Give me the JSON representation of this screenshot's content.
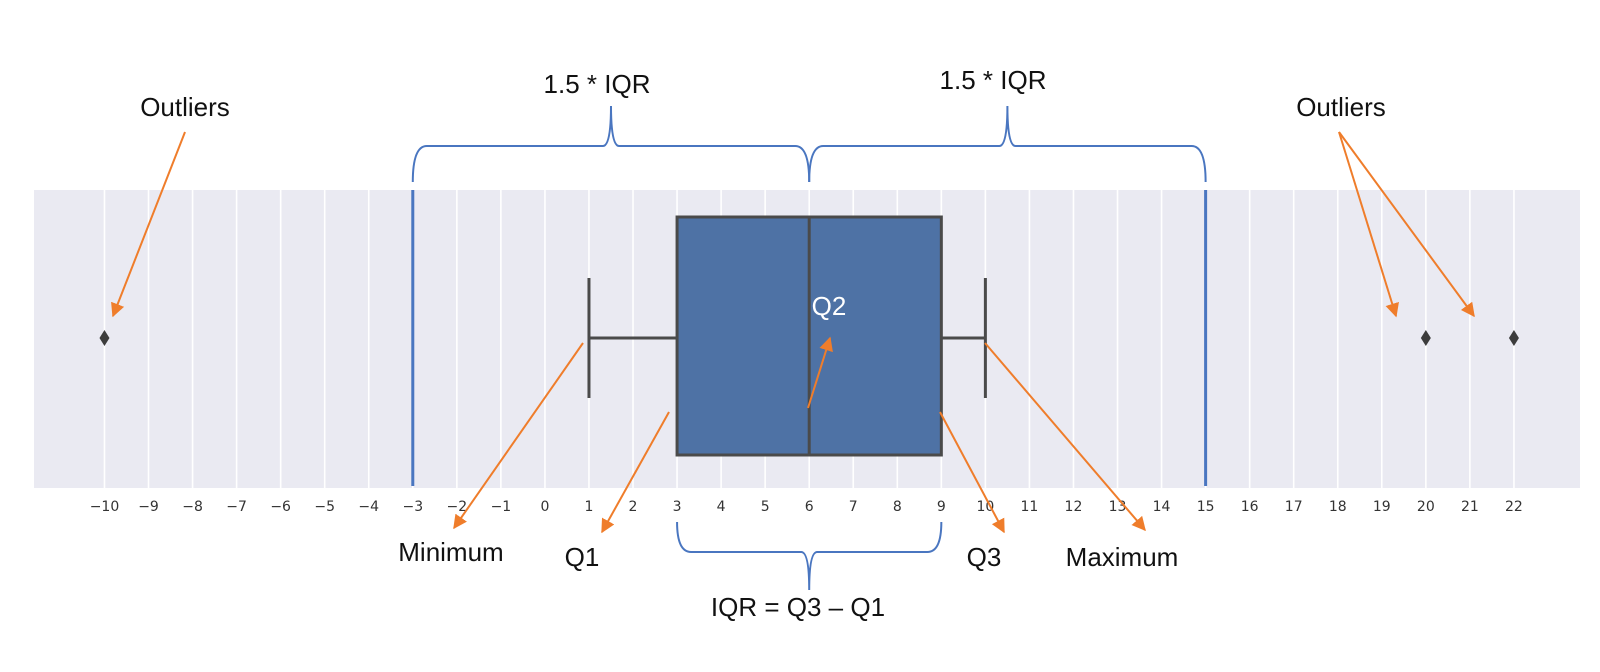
{
  "chart_data": {
    "type": "boxplot",
    "xlim": [
      -11.6,
      23.5
    ],
    "ticks": [
      -10,
      -9,
      -8,
      -7,
      -6,
      -5,
      -4,
      -3,
      -2,
      -1,
      0,
      1,
      2,
      3,
      4,
      5,
      6,
      7,
      8,
      9,
      10,
      11,
      12,
      13,
      14,
      15,
      16,
      17,
      18,
      19,
      20,
      21,
      22
    ],
    "tick_labels": [
      "−10",
      "−9",
      "−8",
      "−7",
      "−6",
      "−5",
      "−4",
      "−3",
      "−2",
      "−1",
      "0",
      "1",
      "2",
      "3",
      "4",
      "5",
      "6",
      "7",
      "8",
      "9",
      "10",
      "11",
      "12",
      "13",
      "14",
      "15",
      "16",
      "17",
      "18",
      "19",
      "20",
      "21",
      "22"
    ],
    "grid": true,
    "box": {
      "whisker_low": 1,
      "q1": 3,
      "median": 6,
      "q3": 9,
      "whisker_high": 10
    },
    "outliers": [
      -10,
      20,
      22
    ],
    "fences": [
      -3,
      15
    ],
    "colors": {
      "plot_bg": "#eaeaf2",
      "grid": "#ffffff",
      "box": "#4e72a5",
      "box_edge": "#4a4a4a",
      "fence": "#4a76c0",
      "brace": "#4a76c0",
      "arrow": "#ef7d2b"
    },
    "annotations": {
      "outliers_left": "Outliers",
      "outliers_right": "Outliers",
      "iqr_left": "1.5 * IQR",
      "iqr_right": "1.5 * IQR",
      "q2": "Q2",
      "minimum": "Minimum",
      "q1": "Q1",
      "q3": "Q3",
      "maximum": "Maximum",
      "iqr_formula": "IQR = Q3 – Q1"
    }
  }
}
